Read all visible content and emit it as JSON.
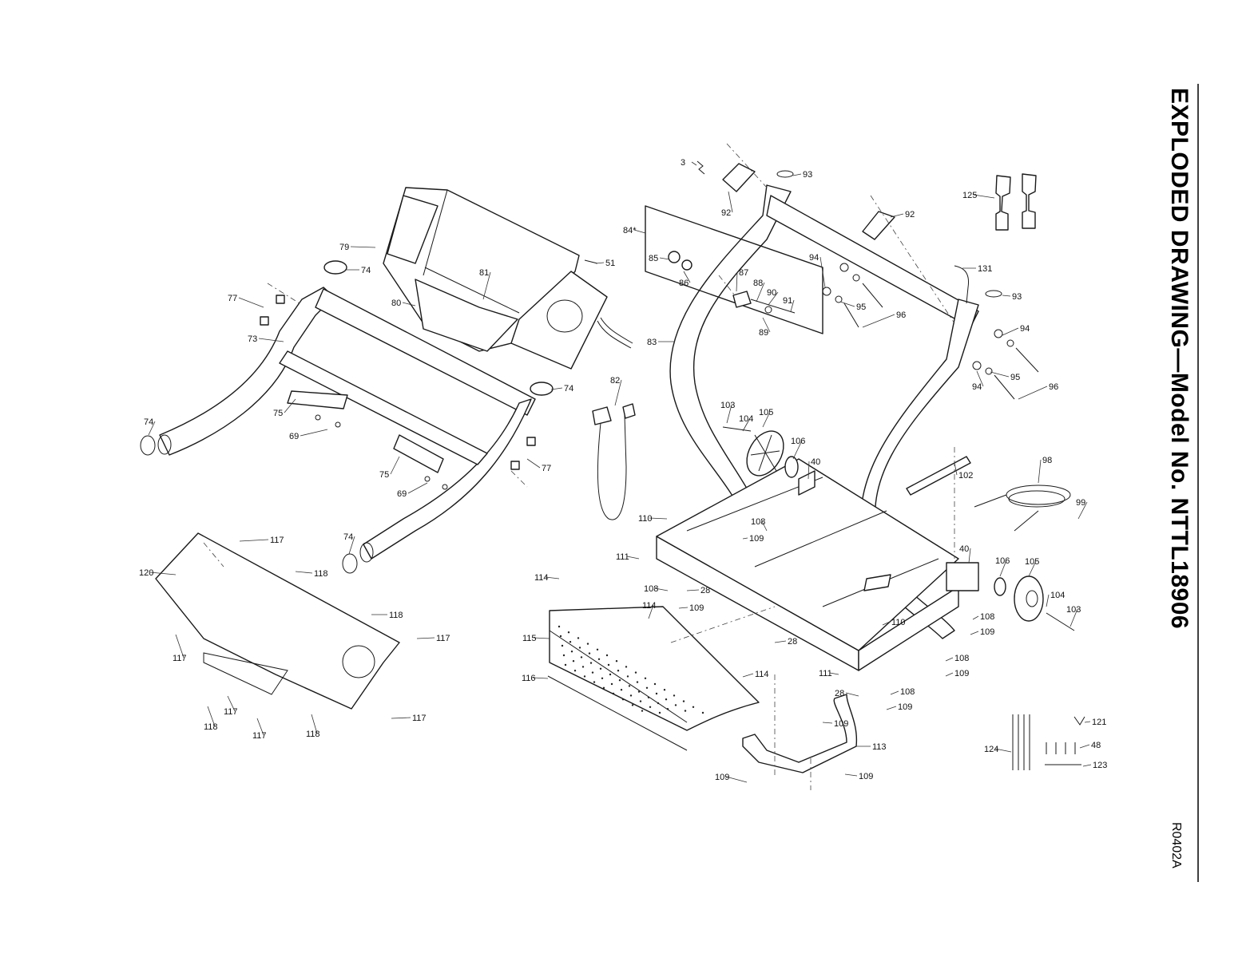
{
  "title": "EXPLODED DRAWING—Model No. NTTL18906",
  "drawing_code": "R0402A",
  "callouts": [
    {
      "id": "c3",
      "text": "3"
    },
    {
      "id": "c84",
      "text": "84*"
    },
    {
      "id": "c85",
      "text": "85"
    },
    {
      "id": "c86",
      "text": "86"
    },
    {
      "id": "c87",
      "text": "87"
    },
    {
      "id": "c88",
      "text": "88"
    },
    {
      "id": "c89",
      "text": "89"
    },
    {
      "id": "c90",
      "text": "90"
    },
    {
      "id": "c91",
      "text": "91"
    },
    {
      "id": "c92a",
      "text": "92"
    },
    {
      "id": "c92b",
      "text": "92"
    },
    {
      "id": "c93a",
      "text": "93"
    },
    {
      "id": "c93b",
      "text": "93"
    },
    {
      "id": "c94a",
      "text": "94"
    },
    {
      "id": "c94b",
      "text": "94"
    },
    {
      "id": "c94c",
      "text": "94"
    },
    {
      "id": "c95a",
      "text": "95"
    },
    {
      "id": "c95b",
      "text": "95"
    },
    {
      "id": "c96a",
      "text": "96"
    },
    {
      "id": "c96b",
      "text": "96"
    },
    {
      "id": "c125",
      "text": "125"
    },
    {
      "id": "c131",
      "text": "131"
    },
    {
      "id": "c83",
      "text": "83"
    },
    {
      "id": "c79",
      "text": "79"
    },
    {
      "id": "c81",
      "text": "81"
    },
    {
      "id": "c80",
      "text": "80"
    },
    {
      "id": "c51",
      "text": "51"
    },
    {
      "id": "c74a",
      "text": "74"
    },
    {
      "id": "c74b",
      "text": "74"
    },
    {
      "id": "c74c",
      "text": "74"
    },
    {
      "id": "c74d",
      "text": "74"
    },
    {
      "id": "c77a",
      "text": "77"
    },
    {
      "id": "c77b",
      "text": "77"
    },
    {
      "id": "c73",
      "text": "73"
    },
    {
      "id": "c75a",
      "text": "75"
    },
    {
      "id": "c75b",
      "text": "75"
    },
    {
      "id": "c69a",
      "text": "69"
    },
    {
      "id": "c69b",
      "text": "69"
    },
    {
      "id": "c82",
      "text": "82"
    },
    {
      "id": "c103a",
      "text": "103"
    },
    {
      "id": "c104a",
      "text": "104"
    },
    {
      "id": "c105a",
      "text": "105"
    },
    {
      "id": "c106a",
      "text": "106"
    },
    {
      "id": "c40a",
      "text": "40"
    },
    {
      "id": "c102",
      "text": "102"
    },
    {
      "id": "c98",
      "text": "98"
    },
    {
      "id": "c99",
      "text": "99"
    },
    {
      "id": "c110a",
      "text": "110"
    },
    {
      "id": "c108a",
      "text": "108"
    },
    {
      "id": "c109a",
      "text": "109"
    },
    {
      "id": "c111a",
      "text": "111"
    },
    {
      "id": "c114a",
      "text": "114"
    },
    {
      "id": "c108b",
      "text": "108"
    },
    {
      "id": "c28a",
      "text": "28"
    },
    {
      "id": "c109b",
      "text": "109"
    },
    {
      "id": "c114b",
      "text": "114"
    },
    {
      "id": "c115",
      "text": "115"
    },
    {
      "id": "c28b",
      "text": "28"
    },
    {
      "id": "c110b",
      "text": "110"
    },
    {
      "id": "c40b",
      "text": "40"
    },
    {
      "id": "c106b",
      "text": "106"
    },
    {
      "id": "c105b",
      "text": "105"
    },
    {
      "id": "c104b",
      "text": "104"
    },
    {
      "id": "c103b",
      "text": "103"
    },
    {
      "id": "c108c",
      "text": "108"
    },
    {
      "id": "c109c",
      "text": "109"
    },
    {
      "id": "c108d",
      "text": "108"
    },
    {
      "id": "c109d",
      "text": "109"
    },
    {
      "id": "c114c",
      "text": "114"
    },
    {
      "id": "c116",
      "text": "116"
    },
    {
      "id": "c111b",
      "text": "111"
    },
    {
      "id": "c28c",
      "text": "28"
    },
    {
      "id": "c108e",
      "text": "108"
    },
    {
      "id": "c109e",
      "text": "109"
    },
    {
      "id": "c109f",
      "text": "109"
    },
    {
      "id": "c113",
      "text": "113"
    },
    {
      "id": "c109g",
      "text": "109"
    },
    {
      "id": "c109h",
      "text": "109"
    },
    {
      "id": "c121",
      "text": "121"
    },
    {
      "id": "c124",
      "text": "124"
    },
    {
      "id": "c48",
      "text": "48"
    },
    {
      "id": "c123",
      "text": "123"
    },
    {
      "id": "c117a",
      "text": "117"
    },
    {
      "id": "c120",
      "text": "120"
    },
    {
      "id": "c118a",
      "text": "118"
    },
    {
      "id": "c118b",
      "text": "118"
    },
    {
      "id": "c117b",
      "text": "117"
    },
    {
      "id": "c117c",
      "text": "117"
    },
    {
      "id": "c117d",
      "text": "117"
    },
    {
      "id": "c118c",
      "text": "118"
    },
    {
      "id": "c117e",
      "text": "117"
    },
    {
      "id": "c118d",
      "text": "118"
    },
    {
      "id": "c117f",
      "text": "117"
    }
  ]
}
